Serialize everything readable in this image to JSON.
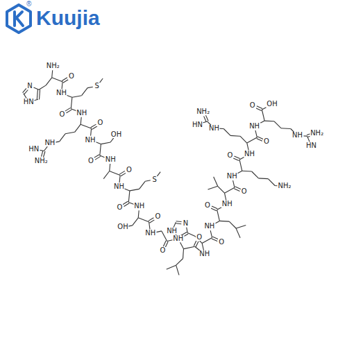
{
  "diagram": {
    "labels": [
      "Kuujia",
      "®",
      "NH₂",
      "HN",
      "N",
      "O",
      "NH",
      "S",
      "O",
      "NH",
      "NH",
      "NH₂",
      "HN",
      "O",
      "NH",
      "OH",
      "O",
      "NH",
      "O",
      "NH",
      "S",
      "O",
      "NH",
      "OH",
      "O",
      "NH",
      "O",
      "NH",
      "O",
      "NH",
      "NH",
      "N",
      "O",
      "NH",
      "O",
      "NH",
      "O",
      "NH",
      "NH₂",
      "O",
      "NH",
      "NH",
      "NH₂",
      "HN",
      "O",
      "NH",
      "NH",
      "NH₂",
      "HN",
      "O",
      "OH"
    ]
  }
}
